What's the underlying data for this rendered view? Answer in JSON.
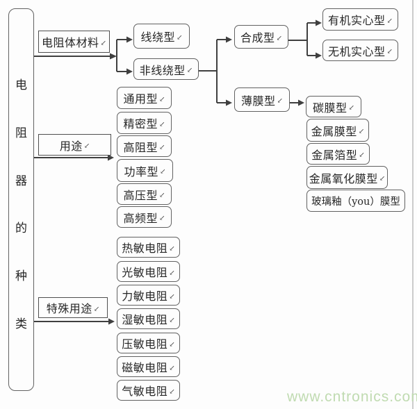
{
  "diagram": {
    "title_meaning": "电阻器的种类",
    "root": {
      "label": "电阻器的种类",
      "chars": [
        "电",
        "阻",
        "器",
        "的",
        "种",
        "类"
      ]
    },
    "branches": {
      "material": {
        "label": "电阻体材料",
        "wirewound": "线绕型",
        "non_wirewound": "非线绕型",
        "composite": "合成型",
        "organic_solid": "有机实心型",
        "inorganic_solid": "无机实心型",
        "thin_film": "薄膜型",
        "carbon_film": "碳膜型",
        "metal_film": "金属膜型",
        "metal_foil": "金属箔型",
        "metal_oxide_film": "金属氧化膜型",
        "glass_glaze_film": "玻璃釉（you）膜型"
      },
      "usage": {
        "label": "用途",
        "items": [
          "通用型",
          "精密型",
          "高阻型",
          "功率型",
          "高压型",
          "高频型"
        ]
      },
      "special": {
        "label": "特殊用途",
        "items": [
          "热敏电阻",
          "光敏电阻",
          "力敏电阻",
          "湿敏电阻",
          "压敏电阻",
          "磁敏电阻",
          "气敏电阻"
        ]
      }
    },
    "return_mark": "↙"
  },
  "watermark": {
    "text": "www.cntronics.com",
    "color": "#c0dbb1"
  },
  "colors": {
    "line": "#3f3f3f",
    "box_border": "#616161",
    "text": "#262626",
    "page_edge": "#cccccc"
  }
}
